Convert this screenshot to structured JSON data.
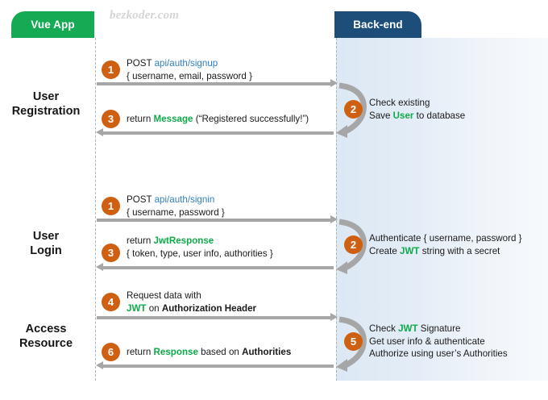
{
  "diagram": {
    "watermark": "bezkoder.com",
    "lanes": {
      "client": {
        "label": "Vue App",
        "color": "#15ab55"
      },
      "server": {
        "label": "Back-end",
        "color": "#1d4e79"
      }
    },
    "sections": [
      {
        "label_line1": "User",
        "label_line2": "Registration"
      },
      {
        "label_line1": "User",
        "label_line2": "Login"
      },
      {
        "label_line1": "Access",
        "label_line2": "Resource"
      }
    ],
    "steps": {
      "s1_signup": {
        "number": "1",
        "line1_a": "POST ",
        "line1_b": "api/auth/signup",
        "line2": "{ username, email, password }"
      },
      "s2_register": {
        "number": "2",
        "line1": "Check existing",
        "line2_a": "Save ",
        "line2_b": "User",
        "line2_c": " to database"
      },
      "s3_message": {
        "number": "3",
        "line1_a": "return ",
        "line1_b": "Message",
        "line1_c": " (“Registered successfully!”)"
      },
      "s4_signin": {
        "number": "1",
        "line1_a": "POST ",
        "line1_b": "api/auth/signin",
        "line2": "{ username, password }"
      },
      "s5_auth": {
        "number": "2",
        "line1": "Authenticate { username, password }",
        "line2_a": "Create ",
        "line2_b": "JWT",
        "line2_c": " string with a secret"
      },
      "s6_jwtresponse": {
        "number": "3",
        "line1_a": "return ",
        "line1_b": "JwtResponse",
        "line2": "{ token, type, user info, authorities }"
      },
      "s7_request": {
        "number": "4",
        "line1": "Request  data with",
        "line2_a": "JWT",
        "line2_b": " on ",
        "line2_c": "Authorization Header"
      },
      "s8_check": {
        "number": "5",
        "line1_a": "Check ",
        "line1_b": "JWT",
        "line1_c": " Signature",
        "line2": "Get user info & authenticate",
        "line3": "Authorize using user’s Authorities"
      },
      "s9_response": {
        "number": "6",
        "line1_a": "return ",
        "line1_b": "Response",
        "line1_c": " based on ",
        "line1_d": "Authorities"
      }
    },
    "colors": {
      "client_green": "#15ab55",
      "server_navy": "#1d4e79",
      "badge_orange": "#cf5f11",
      "arrow_gray": "#a6a6a6",
      "link_blue": "#2f7fc1",
      "accent_green": "#0faa4a",
      "panel_start": "#dce8f4",
      "panel_end": "#f7fafd"
    }
  }
}
